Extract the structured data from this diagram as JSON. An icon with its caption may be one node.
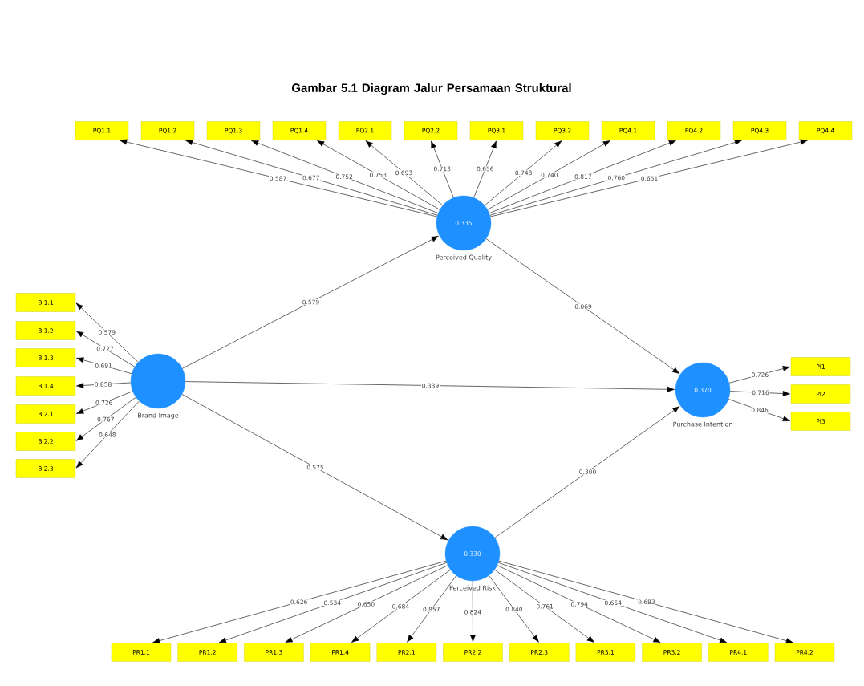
{
  "diagram": {
    "title": "Gambar 5.1 Diagram Jalur Persamaan Struktural",
    "nodes": [
      {
        "text": [],
        "shape": "circle",
        "beside": [
          "Brand Image"
        ]
      },
      {
        "text": [
          "0.335"
        ],
        "beside": [
          "Perceived Quality"
        ]
      },
      {
        "text": [
          "0.370"
        ],
        "beside": [
          "Purchase Intention"
        ]
      },
      {
        "text": [
          "0.330"
        ],
        "beside": [
          "Perceived Risk"
        ]
      },
      {
        "text": [
          "BI1.1"
        ]
      },
      {
        "text": [
          "BI1.2"
        ]
      },
      {
        "text": [
          "BI1.3"
        ]
      },
      {
        "text": [
          "BI1.4"
        ]
      },
      {
        "text": [
          "BI2.1"
        ]
      },
      {
        "text": [
          "BI2.2"
        ]
      },
      {
        "text": [
          "BI2.3"
        ]
      },
      {
        "text": [
          "PQ1.1"
        ]
      },
      {
        "text": [
          "PQ1.2"
        ]
      },
      {
        "text": [
          "PQ1.3"
        ]
      },
      {
        "text": [
          "PQ1.4"
        ]
      },
      {
        "text": [
          "PQ2.1"
        ]
      },
      {
        "text": [
          "PQ2.2"
        ]
      },
      {
        "text": [
          "PQ3.1"
        ]
      },
      {
        "text": [
          "PQ3.2"
        ]
      },
      {
        "text": [
          "PQ4.1"
        ]
      },
      {
        "text": [
          "PQ4.2"
        ]
      },
      {
        "text": [
          "PQ4.3"
        ]
      },
      {
        "text": [
          "PQ4.4"
        ]
      },
      {
        "text": [
          "PI1"
        ]
      },
      {
        "text": [
          "PI2"
        ]
      },
      {
        "text": [
          "PI3"
        ]
      },
      {
        "text": [
          "PR1.1"
        ]
      },
      {
        "text": [
          "PR1.2"
        ]
      },
      {
        "text": [
          "PR1.3"
        ]
      },
      {
        "text": [
          "PR1.4"
        ]
      },
      {
        "text": [
          "PR2.1"
        ]
      },
      {
        "text": [
          "PR2.2"
        ]
      },
      {
        "text": [
          "PR2.3"
        ]
      },
      {
        "text": [
          "PR3.1"
        ]
      },
      {
        "text": [
          "PR3.2"
        ]
      },
      {
        "text": [
          "PR4.1"
        ]
      },
      {
        "text": [
          "PR4.2"
        ]
      }
    ],
    "edges": [
      {
        "from": 0,
        "to": 1,
        "arrow": "to",
        "label": "0.579"
      },
      {
        "from": 0,
        "to": 2,
        "arrow": "to",
        "label": "0.339"
      },
      {
        "from": 0,
        "to": 3,
        "arrow": "to",
        "label": "0.575"
      },
      {
        "from": 1,
        "to": 2,
        "arrow": "to",
        "label": "0.069"
      },
      {
        "from": 3,
        "to": 2,
        "arrow": "to",
        "label": "0.300"
      },
      {
        "from": 0,
        "to": 4,
        "arrow": "to",
        "label": "0.579"
      },
      {
        "from": 0,
        "to": 5,
        "arrow": "to",
        "label": "0.727"
      },
      {
        "from": 0,
        "to": 6,
        "arrow": "to",
        "label": "0.691"
      },
      {
        "from": 0,
        "to": 7,
        "arrow": "to",
        "label": "0.858"
      },
      {
        "from": 0,
        "to": 8,
        "arrow": "to",
        "label": "0.726"
      },
      {
        "from": 0,
        "to": 9,
        "arrow": "to",
        "label": "0.767"
      },
      {
        "from": 0,
        "to": 10,
        "arrow": "to",
        "label": "0.648"
      },
      {
        "from": 1,
        "to": 11,
        "arrow": "to",
        "label": "0.587"
      },
      {
        "from": 1,
        "to": 12,
        "arrow": "to",
        "label": "0.677"
      },
      {
        "from": 1,
        "to": 13,
        "arrow": "to",
        "label": "0.752"
      },
      {
        "from": 1,
        "to": 14,
        "arrow": "to",
        "label": "0.753"
      },
      {
        "from": 1,
        "to": 15,
        "arrow": "to",
        "label": "0.693"
      },
      {
        "from": 1,
        "to": 16,
        "arrow": "to",
        "label": "0.713"
      },
      {
        "from": 1,
        "to": 17,
        "arrow": "to",
        "label": "0.656"
      },
      {
        "from": 1,
        "to": 18,
        "arrow": "to",
        "label": "0.743"
      },
      {
        "from": 1,
        "to": 19,
        "arrow": "to",
        "label": "0.740"
      },
      {
        "from": 1,
        "to": 20,
        "arrow": "to",
        "label": "0.817"
      },
      {
        "from": 1,
        "to": 21,
        "arrow": "to",
        "label": "0.760"
      },
      {
        "from": 1,
        "to": 22,
        "arrow": "to",
        "label": "0.651"
      },
      {
        "from": 2,
        "to": 23,
        "arrow": "to",
        "label": "0.726"
      },
      {
        "from": 2,
        "to": 24,
        "arrow": "to",
        "label": "0.716"
      },
      {
        "from": 2,
        "to": 25,
        "arrow": "to",
        "label": "0.846"
      },
      {
        "from": 3,
        "to": 26,
        "arrow": "to",
        "label": "0.626"
      },
      {
        "from": 3,
        "to": 27,
        "arrow": "to",
        "label": "0.534"
      },
      {
        "from": 3,
        "to": 28,
        "arrow": "to",
        "label": "0.650"
      },
      {
        "from": 3,
        "to": 29,
        "arrow": "to",
        "label": "0.684"
      },
      {
        "from": 3,
        "to": 30,
        "arrow": "to",
        "label": "0.857"
      },
      {
        "from": 3,
        "to": 31,
        "arrow": "to",
        "label": "0.824"
      },
      {
        "from": 3,
        "to": 32,
        "arrow": "to",
        "label": "0.840"
      },
      {
        "from": 3,
        "to": 33,
        "arrow": "to",
        "label": "0.761"
      },
      {
        "from": 3,
        "to": 34,
        "arrow": "to",
        "label": "0.794"
      },
      {
        "from": 3,
        "to": 35,
        "arrow": "to",
        "label": "0.654"
      },
      {
        "from": 3,
        "to": 36,
        "arrow": "to",
        "label": "0.683"
      }
    ]
  }
}
